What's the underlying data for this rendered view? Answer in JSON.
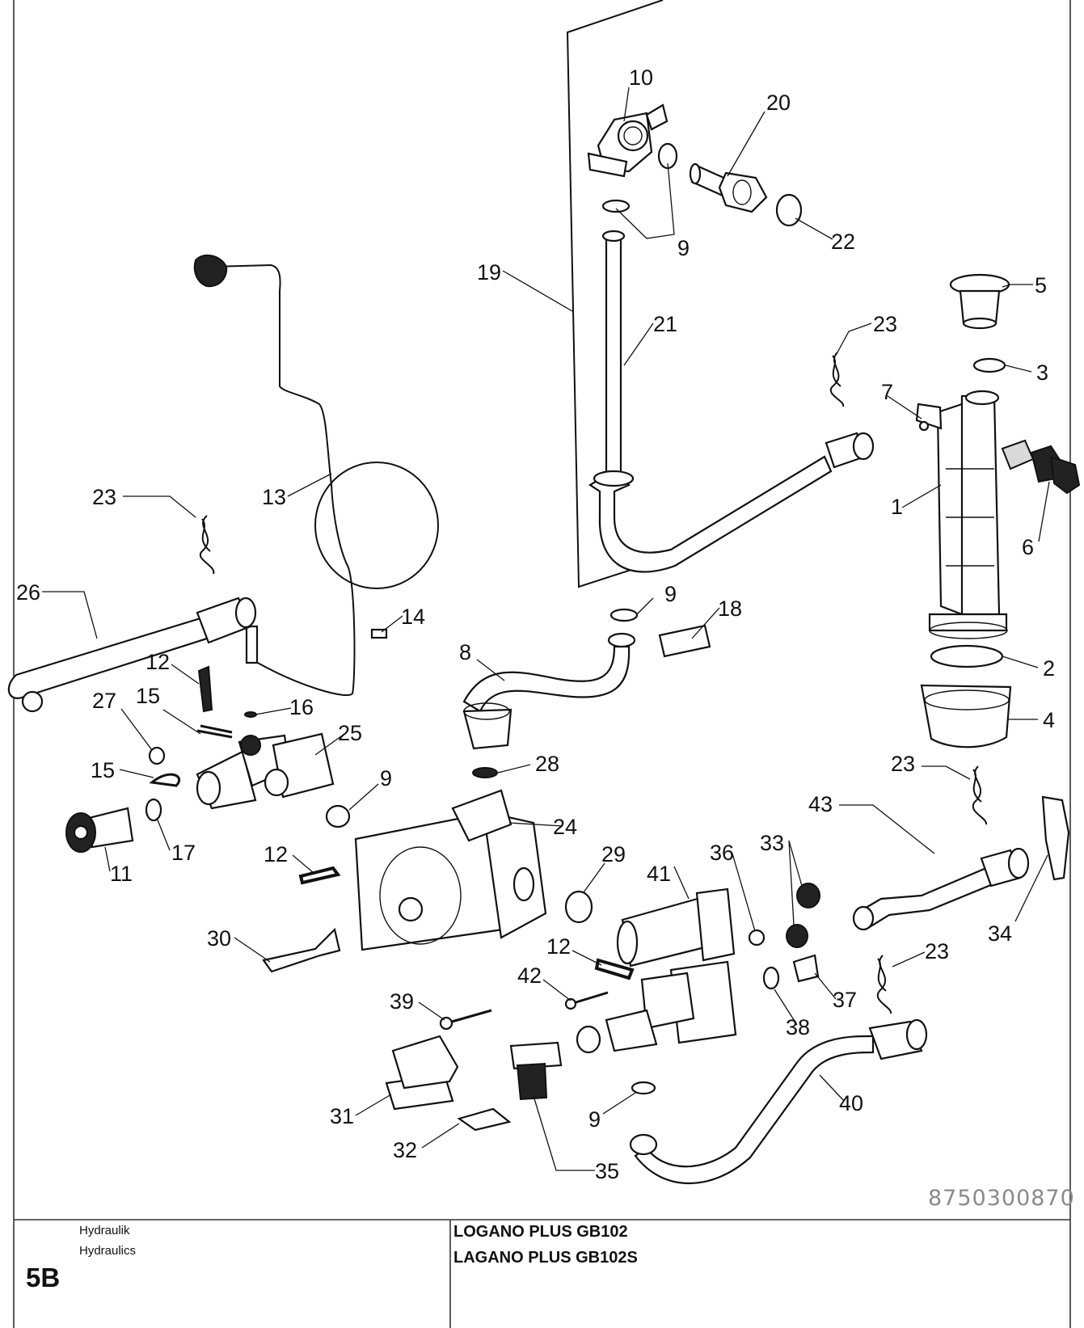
{
  "diagram": {
    "drawing_number": "8750300870",
    "callouts": [
      {
        "id": "c10",
        "text": "10"
      },
      {
        "id": "c20",
        "text": "20"
      },
      {
        "id": "c9a",
        "text": "9"
      },
      {
        "id": "c22",
        "text": "22"
      },
      {
        "id": "c19",
        "text": "19"
      },
      {
        "id": "c21",
        "text": "21"
      },
      {
        "id": "c5",
        "text": "5"
      },
      {
        "id": "c23a",
        "text": "23"
      },
      {
        "id": "c3",
        "text": "3"
      },
      {
        "id": "c7",
        "text": "7"
      },
      {
        "id": "c1",
        "text": "1"
      },
      {
        "id": "c6",
        "text": "6"
      },
      {
        "id": "c13",
        "text": "13"
      },
      {
        "id": "c23b",
        "text": "23"
      },
      {
        "id": "c26",
        "text": "26"
      },
      {
        "id": "c14",
        "text": "14"
      },
      {
        "id": "c9b",
        "text": "9"
      },
      {
        "id": "c18",
        "text": "18"
      },
      {
        "id": "c12a",
        "text": "12"
      },
      {
        "id": "c8",
        "text": "8"
      },
      {
        "id": "c2",
        "text": "2"
      },
      {
        "id": "c27",
        "text": "27"
      },
      {
        "id": "c15a",
        "text": "15"
      },
      {
        "id": "c16",
        "text": "16"
      },
      {
        "id": "c25",
        "text": "25"
      },
      {
        "id": "c4",
        "text": "4"
      },
      {
        "id": "c28",
        "text": "28"
      },
      {
        "id": "c15b",
        "text": "15"
      },
      {
        "id": "c9c",
        "text": "9"
      },
      {
        "id": "c23c",
        "text": "23"
      },
      {
        "id": "c43",
        "text": "43"
      },
      {
        "id": "c24",
        "text": "24"
      },
      {
        "id": "c17",
        "text": "17"
      },
      {
        "id": "c11",
        "text": "11"
      },
      {
        "id": "c12b",
        "text": "12"
      },
      {
        "id": "c29",
        "text": "29"
      },
      {
        "id": "c41",
        "text": "41"
      },
      {
        "id": "c36",
        "text": "36"
      },
      {
        "id": "c33",
        "text": "33"
      },
      {
        "id": "c34",
        "text": "34"
      },
      {
        "id": "c30",
        "text": "30"
      },
      {
        "id": "c12c",
        "text": "12"
      },
      {
        "id": "c23d",
        "text": "23"
      },
      {
        "id": "c42",
        "text": "42"
      },
      {
        "id": "c37",
        "text": "37"
      },
      {
        "id": "c39",
        "text": "39"
      },
      {
        "id": "c38",
        "text": "38"
      },
      {
        "id": "c40",
        "text": "40"
      },
      {
        "id": "c31",
        "text": "31"
      },
      {
        "id": "c9d",
        "text": "9"
      },
      {
        "id": "c32",
        "text": "32"
      },
      {
        "id": "c35",
        "text": "35"
      }
    ]
  },
  "title_block": {
    "section_code": "5B",
    "subtitle_de": "Hydraulik",
    "subtitle_en": "Hydraulics",
    "product_line_1": "LOGANO PLUS GB102",
    "product_line_2": "LAGANO PLUS GB102S"
  }
}
